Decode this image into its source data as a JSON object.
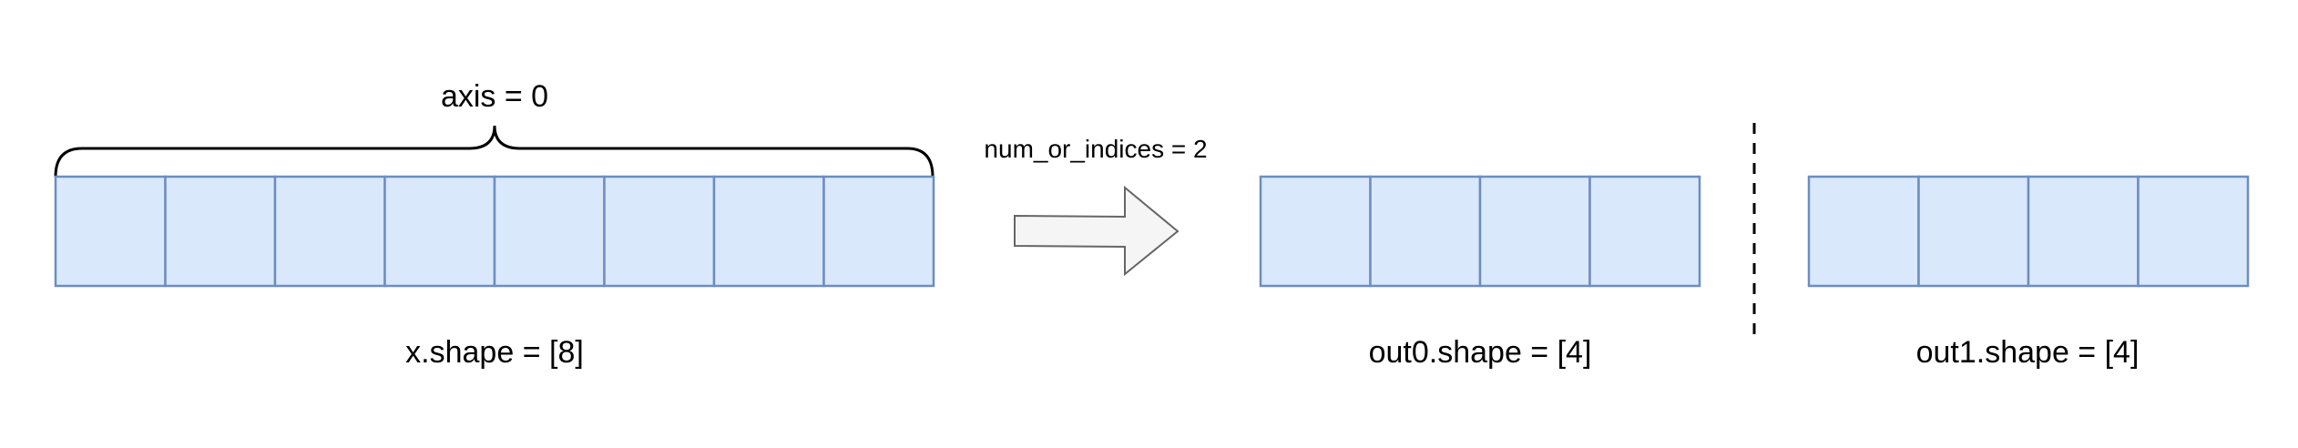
{
  "labels": {
    "axis": "axis = 0",
    "num_or_indices": "num_or_indices = 2",
    "x_shape": "x.shape = [8]",
    "out0_shape": "out0.shape = [4]",
    "out1_shape": "out1.shape = [4]"
  },
  "arrays": {
    "x": {
      "cells": 8
    },
    "out0": {
      "cells": 4
    },
    "out1": {
      "cells": 4
    }
  },
  "colors": {
    "cell_fill": "#dae8fc",
    "cell_stroke": "#6c8ebf",
    "arrow_fill": "#f5f5f5",
    "arrow_stroke": "#666666",
    "line": "#000000"
  }
}
